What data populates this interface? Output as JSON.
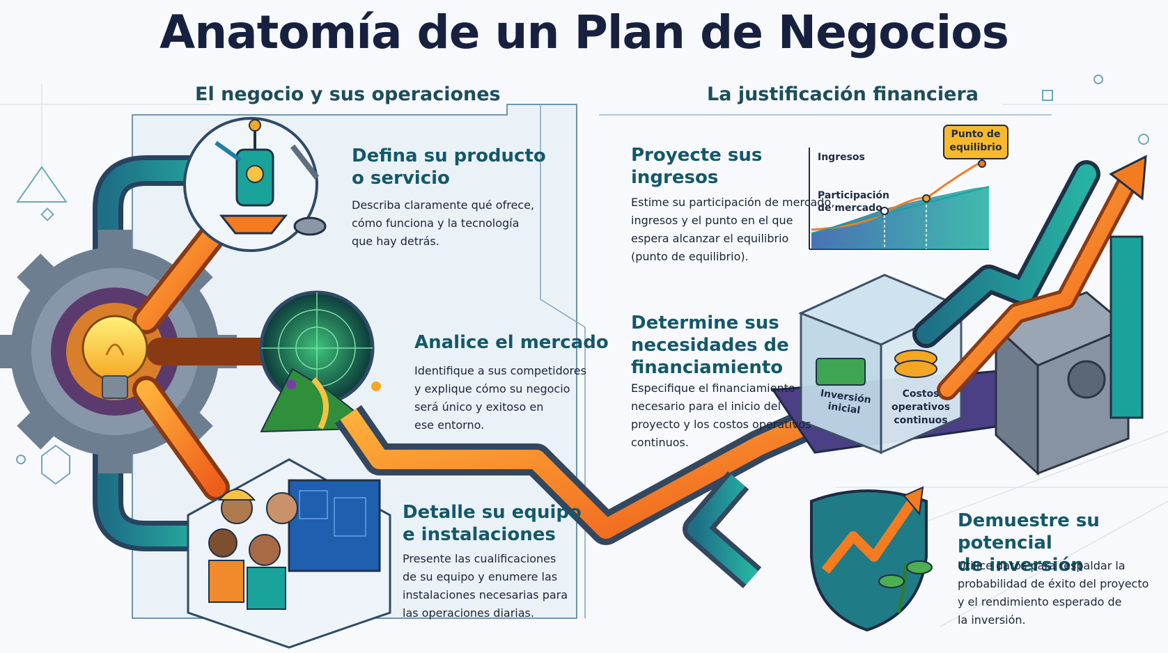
{
  "title": "Anatomía de un Plan de Negocios",
  "sections": {
    "left": "El negocio y sus operaciones",
    "right": "La justificación financiera"
  },
  "items": [
    {
      "heading": [
        "Defina su producto",
        "o servicio"
      ],
      "lines": [
        "Describa claramente qué ofrece,",
        "cómo funciona y la tecnología",
        "que hay detrás."
      ]
    },
    {
      "heading": [
        "Analice el mercado"
      ],
      "lines": [
        "Identifique a sus competidores",
        "y explique cómo su negocio",
        "será único y exitoso en",
        "ese entorno."
      ]
    },
    {
      "heading": [
        "Detalle su equipo",
        "e instalaciones"
      ],
      "lines": [
        "Presente las cualificaciones",
        "de su equipo y enumere las",
        "instalaciones necesarias para",
        "las operaciones diarias."
      ]
    },
    {
      "heading": [
        "Proyecte sus",
        "ingresos"
      ],
      "lines": [
        "Estime su participación de mercado,",
        "ingresos y el punto en el que",
        "espera alcanzar el equilibrio",
        "(punto de equilibrio)."
      ]
    },
    {
      "heading": [
        "Determine sus",
        "necesidades de",
        "financiamiento"
      ],
      "lines": [
        "Especifique el financiamiento",
        "necesario para el inicio del",
        "proyecto y los costos operativos",
        "continuos."
      ]
    },
    {
      "heading": [
        "Demuestre su potencial",
        "de inversión"
      ],
      "lines": [
        "Utilice datos para respaldar la",
        "probabilidad de éxito del proyecto",
        "y el rendimiento esperado de",
        "la inversión."
      ]
    }
  ],
  "chart": {
    "label_top": "Ingresos",
    "label_mid": [
      "Participación",
      "de mercado"
    ],
    "callout": [
      "Punto de",
      "equilibrio"
    ]
  },
  "box_labels": {
    "initial": [
      "Inversión",
      "inicial"
    ],
    "costs": [
      "Costos",
      "operativos",
      "continuos"
    ]
  },
  "colors": {
    "title": "#17213f",
    "heading": "#14586a",
    "accent_orange": "#f47b20",
    "accent_teal": "#1aa39a",
    "callout_fill": "#f9b92c"
  }
}
